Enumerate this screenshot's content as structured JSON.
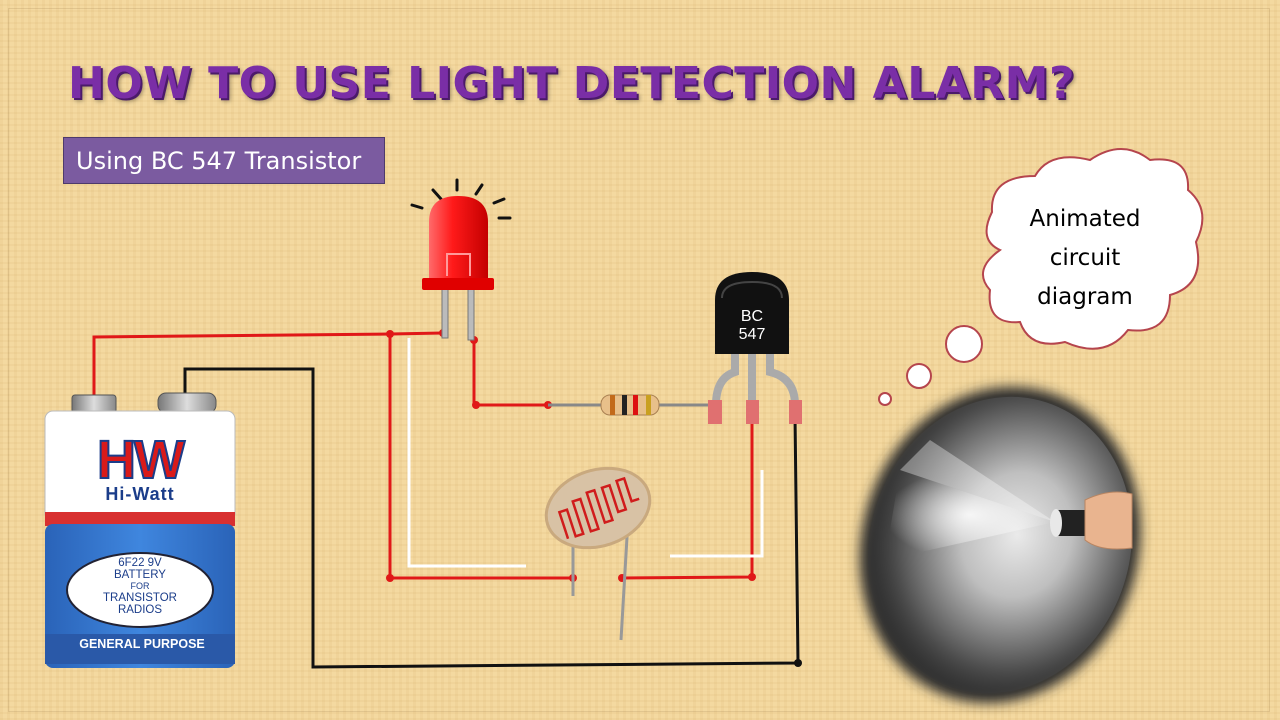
{
  "title": "HOW TO USE LIGHT DETECTION ALARM?",
  "subtitle": "Using BC 547 Transistor",
  "battery": {
    "brand_logo": "HW",
    "brand_name": "Hi-Watt",
    "label_lines": [
      "6F22 9V",
      "BATTERY",
      "FOR",
      "TRANSISTOR",
      "RADIOS"
    ],
    "purpose": "GENERAL PURPOSE"
  },
  "transistor": {
    "line1": "BC",
    "line2": "547"
  },
  "thought_bubble": {
    "lines": [
      "Animated",
      "circuit",
      "diagram"
    ]
  },
  "colors": {
    "title": "#7a2ea6",
    "subtitle_bg": "#7b5ba0",
    "wire_positive": "#e01818",
    "wire_ground": "#111111",
    "wire_signal": "#ffffff",
    "led": "#ff1a1a",
    "background": "#f4d9a0"
  },
  "icons": [
    "led-icon",
    "resistor-icon",
    "transistor-icon",
    "ldr-icon",
    "battery-icon",
    "flashlight-icon",
    "thought-bubble-icon"
  ]
}
